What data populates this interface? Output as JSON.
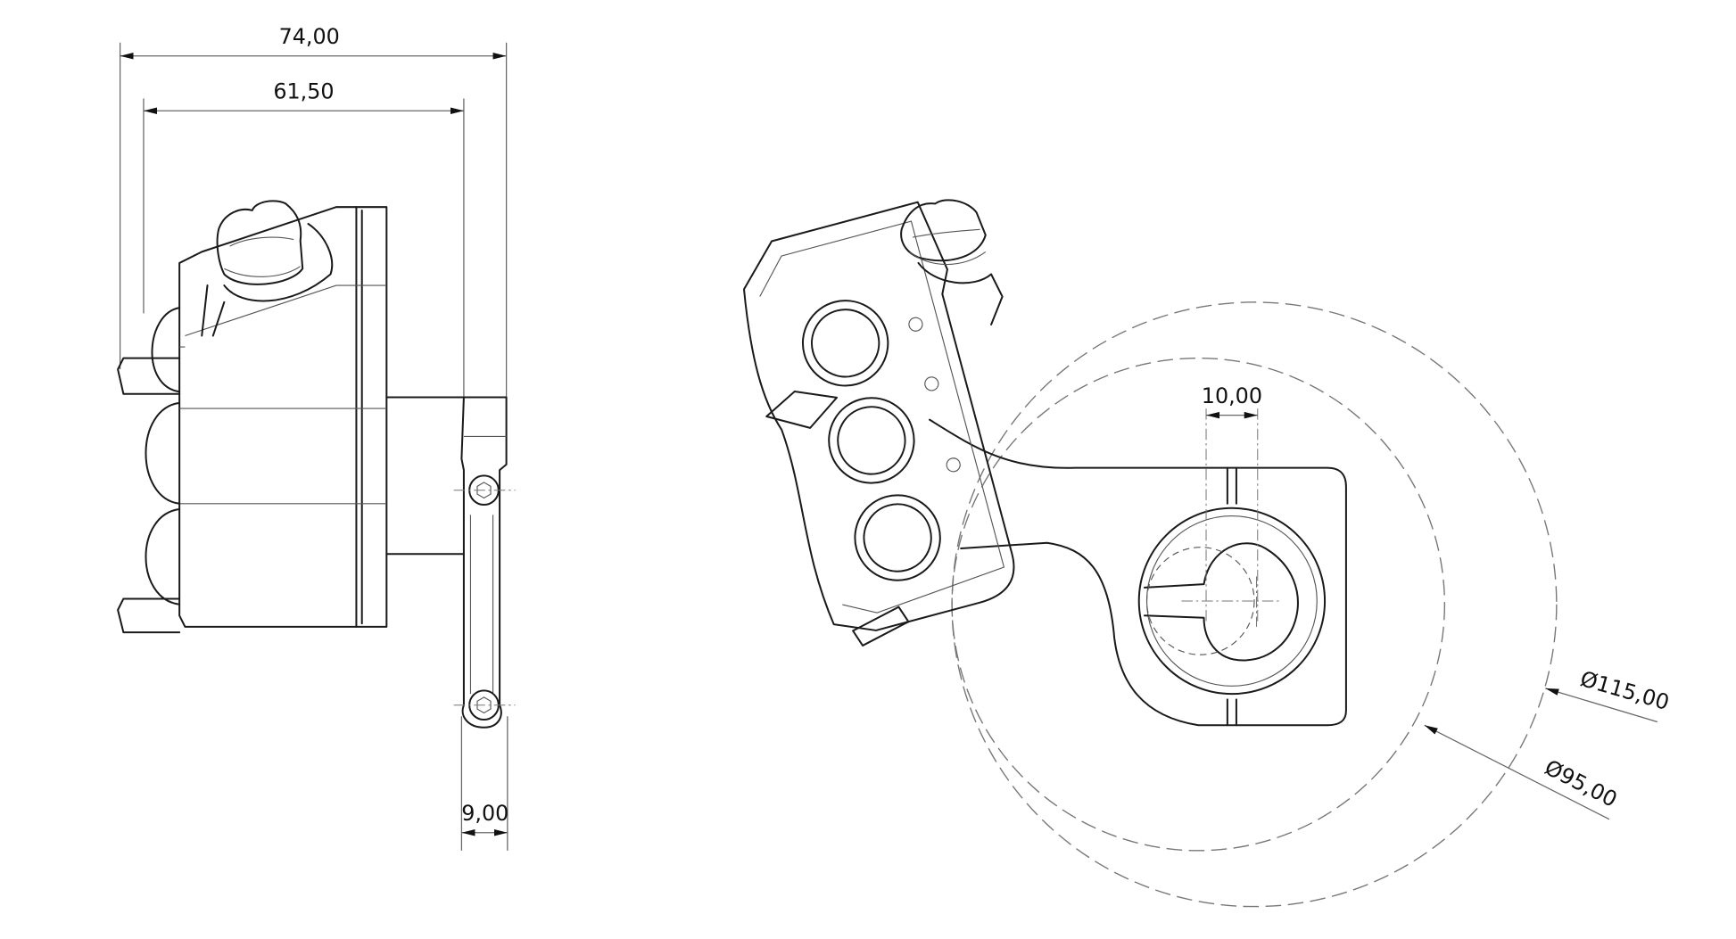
{
  "dimensions": {
    "overall_width": "74,00",
    "body_width": "61,50",
    "clamp_width": "9,00",
    "slot_width": "10,00",
    "outer_diameter": "Ø115,00",
    "inner_diameter": "Ø95,00"
  },
  "colors": {
    "line": "#1a1a1a",
    "dimension": "#666666",
    "background": "#ffffff"
  }
}
